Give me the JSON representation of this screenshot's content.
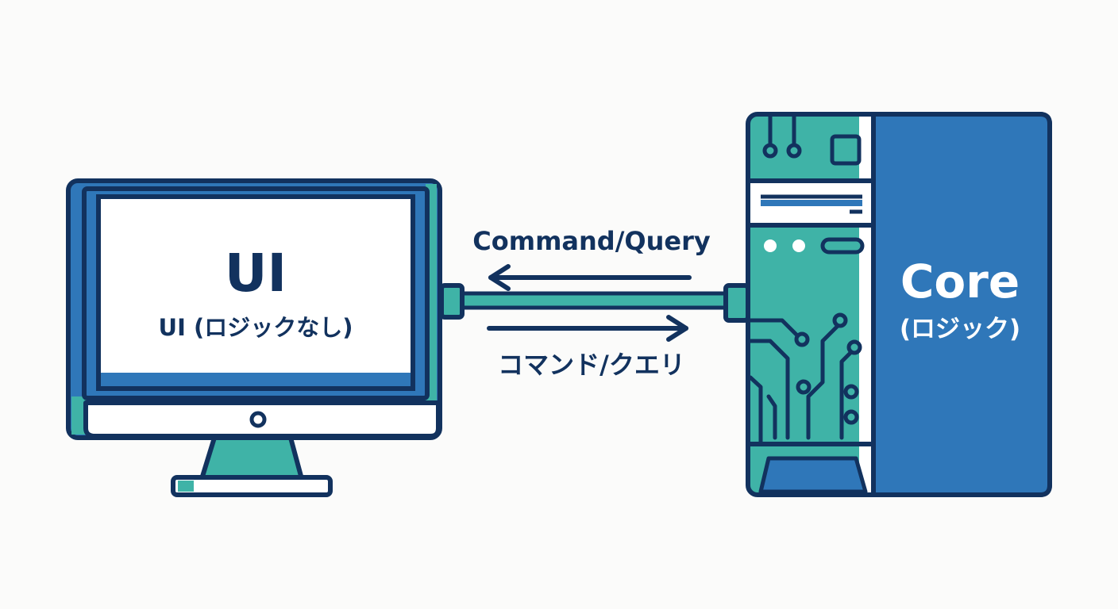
{
  "ui": {
    "title": "UI",
    "subtitle": "UI (ロジックなし)"
  },
  "core": {
    "title": "Core",
    "subtitle": "(ロジック)"
  },
  "connection": {
    "label_en": "Command/Query",
    "label_ja": "コマンド/クエリ"
  },
  "colors": {
    "navy": "#12325e",
    "blue": "#2f77b9",
    "teal": "#3fb3a7",
    "screen": "#ffffff",
    "background": "#fbfbfa"
  },
  "icons": [
    "monitor-icon",
    "server-icon",
    "arrow-left-icon",
    "arrow-right-icon",
    "cable-icon"
  ]
}
